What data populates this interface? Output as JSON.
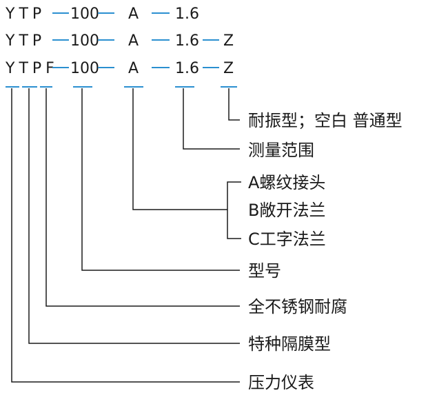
{
  "code_rows": [
    [
      "YTP",
      "100",
      "A",
      "1.6",
      ""
    ],
    [
      "YTP",
      "100",
      "A",
      "1.6",
      "Z"
    ],
    [
      "YTPF",
      "100",
      "A",
      "1.6",
      "Z"
    ]
  ],
  "labels": {
    "vibration": "耐振型；空白 普通型",
    "range": "测量范围",
    "thread": "A螺纹接头",
    "flange_loose": "B敞开法兰",
    "flange_i": "C工字法兰",
    "model": "型号",
    "stainless": "全不锈钢耐腐",
    "diaphragm": "特种隔膜型",
    "gauge": "压力仪表"
  },
  "colors": {
    "dash": "#2a8fd0",
    "line": "#1a1a1a",
    "text": "#1a1a1a"
  }
}
